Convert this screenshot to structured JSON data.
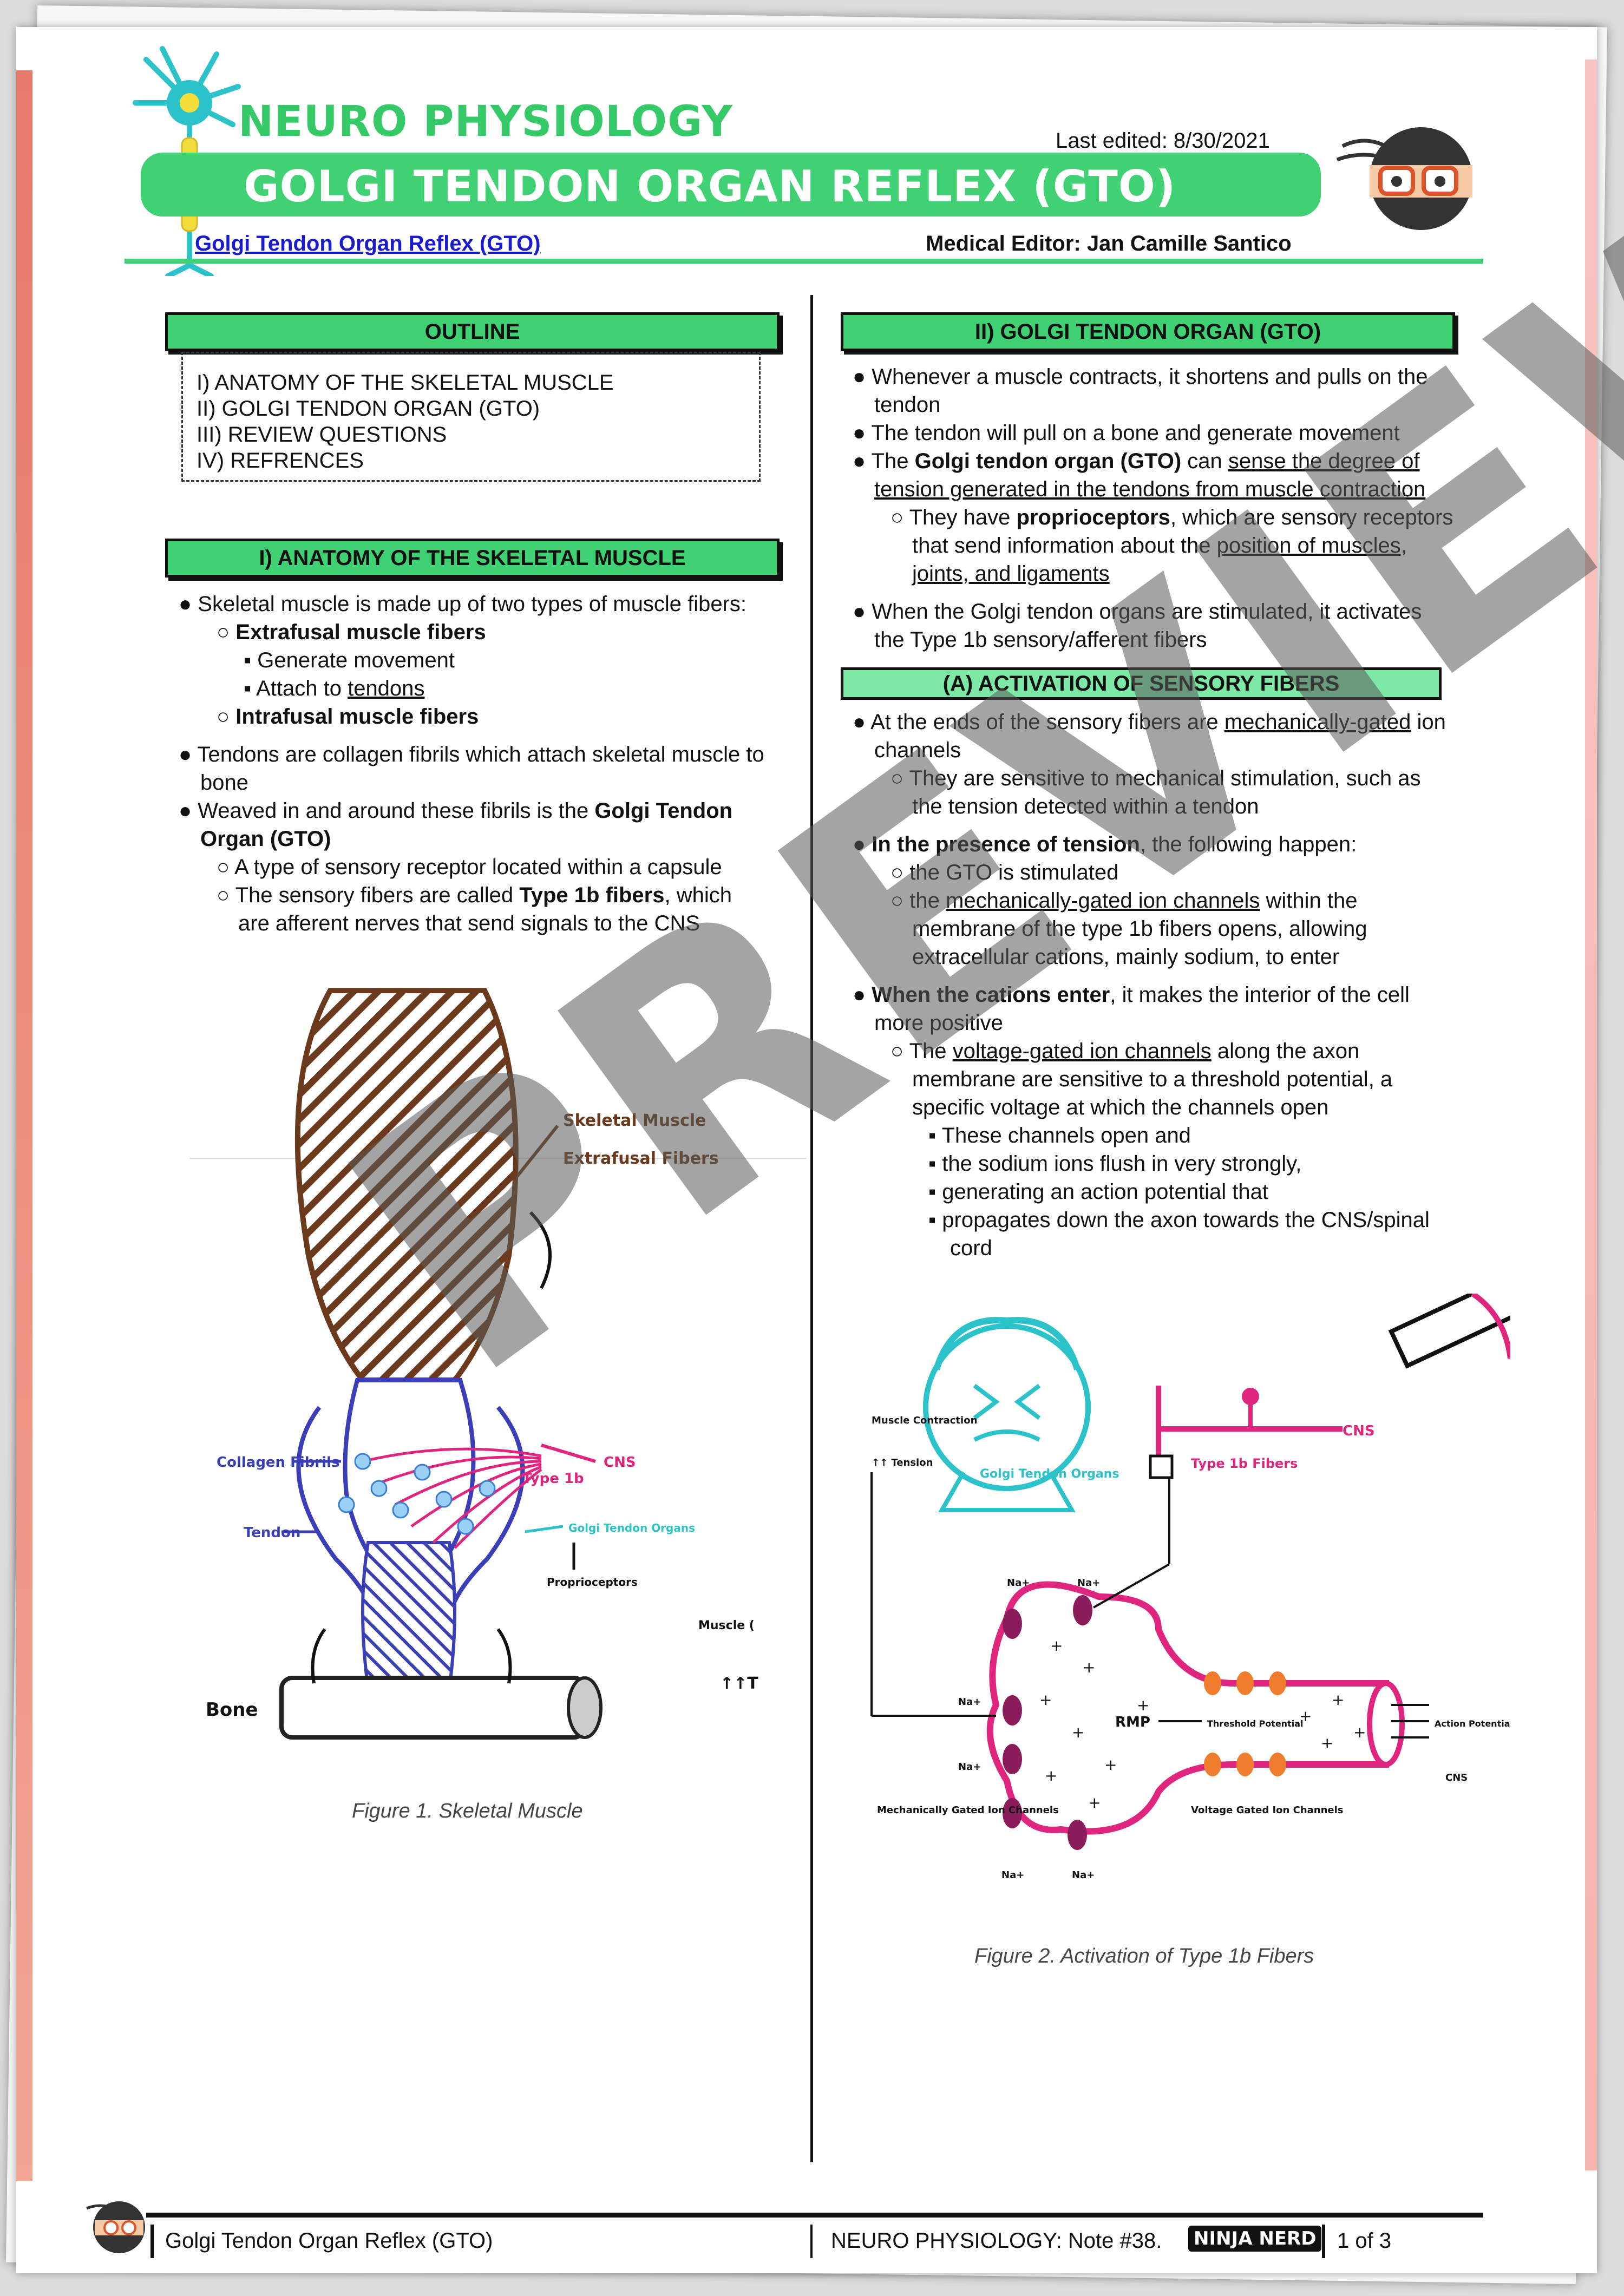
{
  "header": {
    "brand": "NEURO PHYSIOLOGY",
    "title": "GOLGI TENDON ORGAN REFLEX (GTO)",
    "last_edited": "Last edited: 8/30/2021",
    "doc_link": "Golgi Tendon Organ Reflex (GTO)",
    "editor": "Medical Editor: Jan Camille Santico"
  },
  "outline": {
    "heading": "OUTLINE",
    "items": [
      "I) ANATOMY OF THE SKELETAL MUSCLE",
      "II) GOLGI TENDON ORGAN (GTO)",
      "III) REVIEW QUESTIONS",
      "IV) REFRENCES"
    ]
  },
  "section1": {
    "heading": "I)  ANATOMY OF THE SKELETAL MUSCLE",
    "b1": "● Skeletal muscle is made up of two types of muscle fibers:",
    "b1a": "Extrafusal muscle fibers",
    "b1a1": "Generate movement",
    "b1a2_pre": "Attach to ",
    "b1a2_u": "tendons",
    "b1b": "Intrafusal muscle fibers",
    "b2": "● Tendons are collagen fibrils which attach skeletal muscle to bone",
    "b3_pre": "● Weaved in and around these fibrils is the ",
    "b3_b": "Golgi Tendon Organ (GTO)",
    "b3a": "A type of sensory receptor located within a capsule",
    "b3b_pre": "The sensory fibers are called ",
    "b3b_b": "Type 1b fibers",
    "b3b_post": ", which are afferent nerves that send signals to the CNS"
  },
  "figure1": {
    "caption": "Figure 1. Skeletal Muscle",
    "labels": {
      "skeletal_muscle": "Skeletal Muscle",
      "extrafusal": "Extrafusal Fibers",
      "collagen": "Collagen Fibrils",
      "tendon": "Tendon",
      "type1b": "Type 1b",
      "cns": "CNS",
      "gto": "Golgi Tendon Organs",
      "proprio": "Proprioceptors",
      "bone": "Bone",
      "muscle_cut": "Muscle (",
      "arrows_cut": "↑↑T"
    }
  },
  "section2": {
    "heading": "II)  GOLGI TENDON ORGAN (GTO)",
    "b1": "● Whenever a muscle contracts, it shortens and pulls on the tendon",
    "b2": "● The tendon will pull on a bone and generate movement",
    "b3_pre": "● The ",
    "b3_b": "Golgi tendon organ (GTO)",
    "b3_mid": " can ",
    "b3_u": "sense the degree of tension generated in the tendons from muscle contraction",
    "b3a_pre": "They have ",
    "b3a_b": "proprioceptors",
    "b3a_mid": ", which are sensory receptors that send information about the ",
    "b3a_u": "position of muscles, joints, and ligaments",
    "b4": "● When the Golgi tendon organs are stimulated, it activates the Type 1b sensory/afferent fibers"
  },
  "sectionA": {
    "heading": "(A)  ACTIVATION OF SENSORY FIBERS",
    "b1_pre": "● At the ends of the sensory fibers are ",
    "b1_u": "mechanically-gated",
    "b1_post": " ion channels",
    "b1a": "They are sensitive to mechanical stimulation, such as the tension detected within a tendon",
    "b2_b": "In the presence of tension",
    "b2_post": ", the following happen:",
    "b2a": "the GTO is stimulated",
    "b2b_pre": "the ",
    "b2b_u": "mechanically-gated ion channels",
    "b2b_post": " within the membrane of the type 1b fibers opens, allowing extracellular cations, mainly sodium, to enter",
    "b3_b": "When the cations enter",
    "b3_post": ", it makes the interior of the cell more positive",
    "b3a_pre": "The ",
    "b3a_u": "voltage-gated ion channels",
    "b3a_post": " along the axon membrane are sensitive to a threshold potential, a specific voltage at which the channels open",
    "s1": "These channels open and",
    "s2": "the sodium ions flush in very strongly,",
    "s3": "generating an action potential that",
    "s4": "propagates down the axon towards the CNS/spinal cord"
  },
  "figure2": {
    "caption": "Figure 2. Activation of Type 1b Fibers",
    "labels": {
      "muscle_contraction": "Muscle Contraction",
      "tension": "↑↑ Tension",
      "gto": "Golgi Tendon Organs",
      "type1b": "Type 1b Fibers",
      "cns": "CNS",
      "na": "Na+",
      "rmp": "RMP",
      "threshold": "Threshold Potential",
      "mech": "Mechanically Gated Ion Channels",
      "vg": "Voltage Gated Ion Channels",
      "ap": "Action Potentials",
      "cns2": "CNS"
    }
  },
  "watermark": "PREVIEW",
  "footer": {
    "left": "Golgi Tendon Organ Reflex (GTO)",
    "middle": "NEURO PHYSIOLOGY: Note #38.",
    "logo": "NINJA NERD",
    "page": "1 of 3"
  }
}
